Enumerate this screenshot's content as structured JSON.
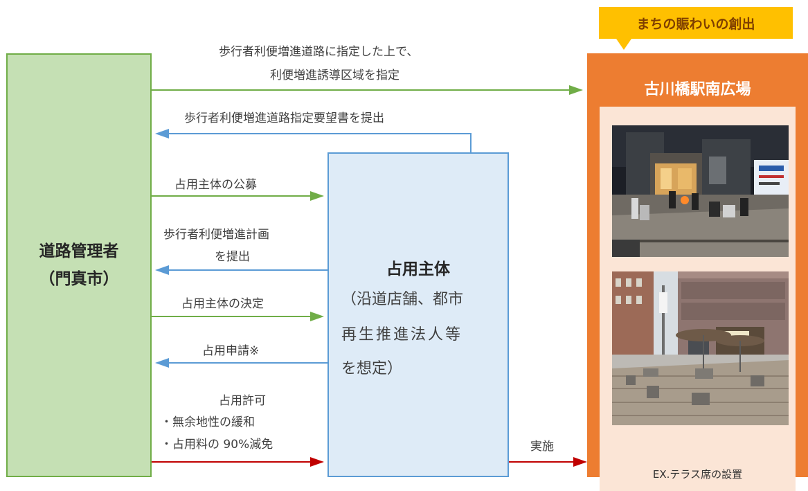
{
  "banner": {
    "text": "まちの賑わいの創出"
  },
  "road_manager": {
    "line1": "道路管理者",
    "line2": "（門真市）"
  },
  "occupant": {
    "title": "占用主体",
    "lines": [
      "（沿道店舗、都市",
      "再生推進法人等",
      "を想定）"
    ]
  },
  "plaza": {
    "title": "古川橋駅南広場",
    "caption": "EX.テラス席の設置"
  },
  "flows": {
    "designate": [
      "歩行者利便増進道路に指定した上で、",
      "利便増進誘導区域を指定"
    ],
    "request": "歩行者利便増進道路指定要望書を提出",
    "recruit": "占用主体の公募",
    "plan": [
      "歩行者利便増進計画",
      "を提出"
    ],
    "decide": "占用主体の決定",
    "apply": "占用申請※",
    "permit": [
      "占用許可",
      "・無余地性の緩和",
      "・占用料の 90%減免"
    ],
    "implement": "実施"
  },
  "colors": {
    "green": "#70ad47",
    "blue": "#5b9bd5",
    "red": "#c00000",
    "orange": "#ed7d31",
    "yellow": "#ffc000"
  }
}
